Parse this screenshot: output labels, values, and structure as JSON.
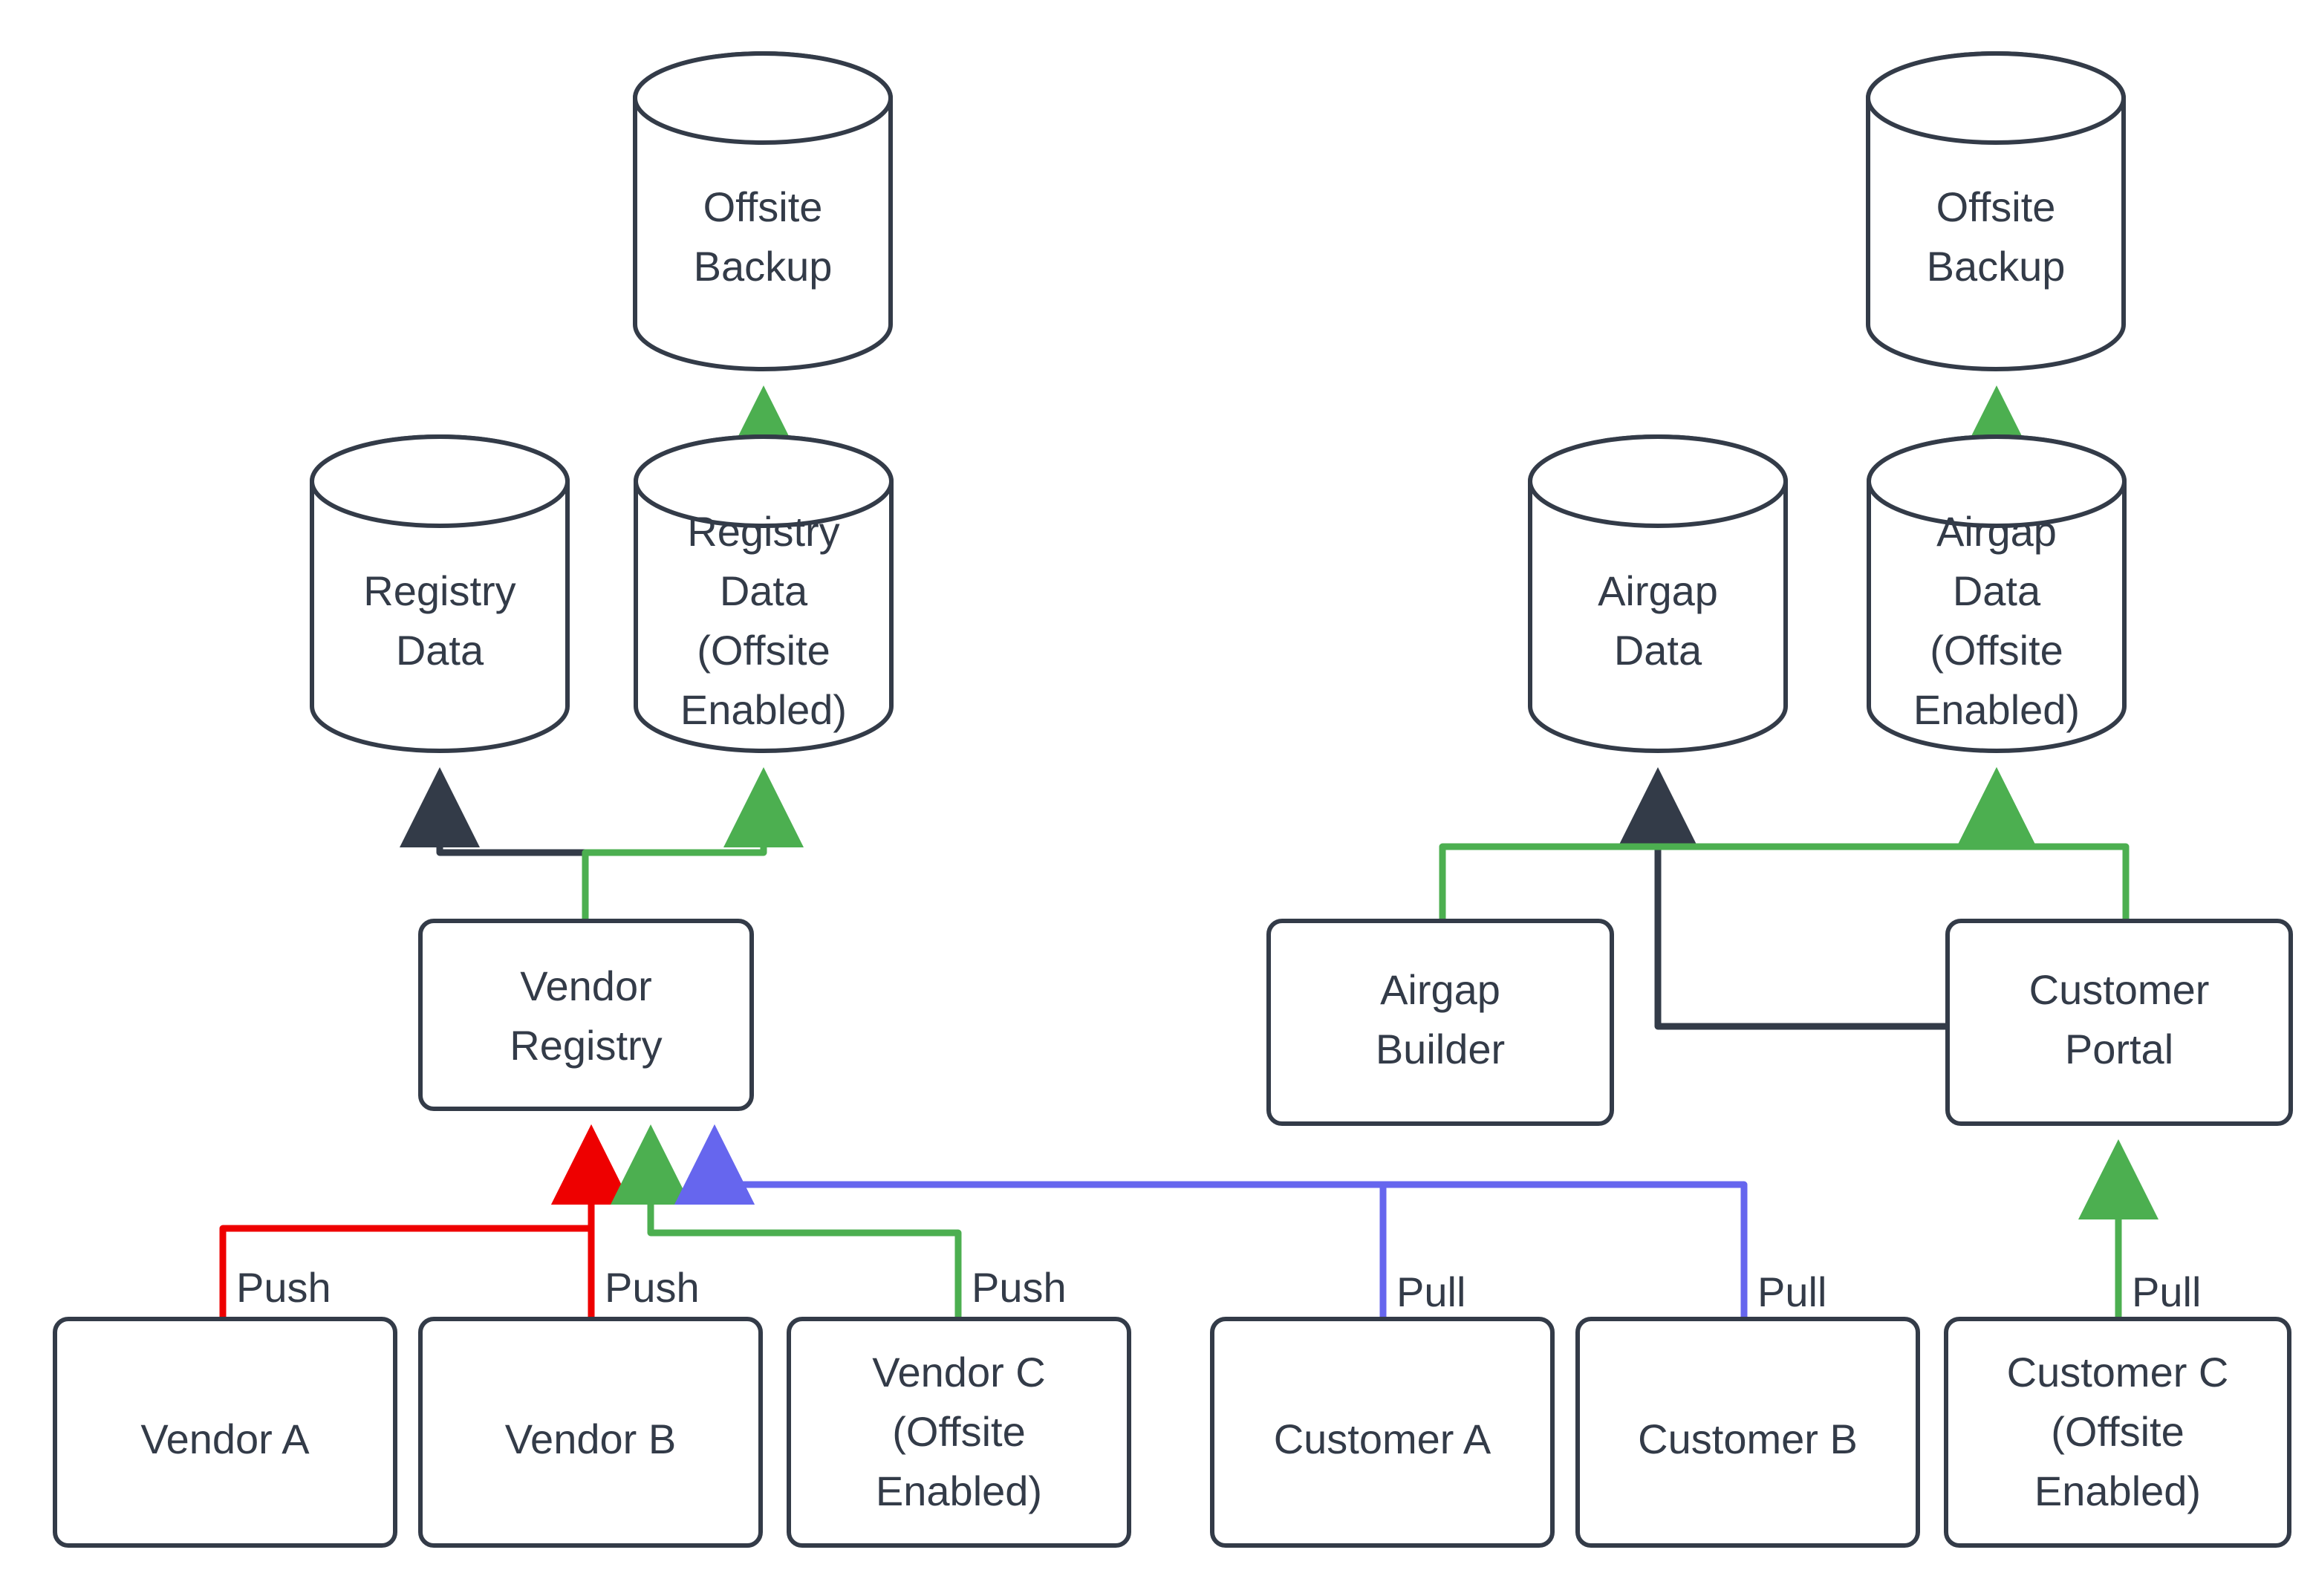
{
  "diagram": {
    "type": "flow-architecture",
    "background": "#ffffff",
    "stroke_color": "#333B48",
    "text_color": "#333B48",
    "edge_colors": {
      "default": "#333B48",
      "offsite": "#4CAF50",
      "push": "#EE0000",
      "pull": "#6666EE"
    },
    "nodes": {
      "offsite_backup_left": {
        "label_line1": "Offsite",
        "label_line2": "Backup",
        "shape": "cylinder"
      },
      "offsite_backup_right": {
        "label_line1": "Offsite",
        "label_line2": "Backup",
        "shape": "cylinder"
      },
      "registry_data": {
        "label_line1": "Registry",
        "label_line2": "Data",
        "shape": "cylinder"
      },
      "registry_data_offsite": {
        "label_line1": "Registry",
        "label_line2": "Data",
        "label_line3": "(Offsite",
        "label_line4": "Enabled)",
        "shape": "cylinder"
      },
      "airgap_data": {
        "label_line1": "Airgap",
        "label_line2": "Data",
        "shape": "cylinder"
      },
      "airgap_data_offsite": {
        "label_line1": "Airgap",
        "label_line2": "Data",
        "label_line3": "(Offsite",
        "label_line4": "Enabled)",
        "shape": "cylinder"
      },
      "vendor_registry": {
        "label_line1": "Vendor",
        "label_line2": "Registry",
        "shape": "rounded-rect"
      },
      "airgap_builder": {
        "label_line1": "Airgap",
        "label_line2": "Builder",
        "shape": "rounded-rect"
      },
      "customer_portal": {
        "label_line1": "Customer",
        "label_line2": "Portal",
        "shape": "rounded-rect"
      },
      "vendor_a": {
        "label_line1": "Vendor A",
        "shape": "rounded-rect"
      },
      "vendor_b": {
        "label_line1": "Vendor B",
        "shape": "rounded-rect"
      },
      "vendor_c": {
        "label_line1": "Vendor C",
        "label_line2": "(Offsite",
        "label_line3": "Enabled)",
        "shape": "rounded-rect"
      },
      "customer_a": {
        "label_line1": "Customer A",
        "shape": "rounded-rect"
      },
      "customer_b": {
        "label_line1": "Customer B",
        "shape": "rounded-rect"
      },
      "customer_c": {
        "label_line1": "Customer C",
        "label_line2": "(Offsite",
        "label_line3": "Enabled)",
        "shape": "rounded-rect"
      }
    },
    "edge_labels": {
      "push_a": "Push",
      "push_b": "Push",
      "push_c": "Push",
      "pull_a": "Pull",
      "pull_b": "Pull",
      "pull_c": "Pull"
    }
  }
}
